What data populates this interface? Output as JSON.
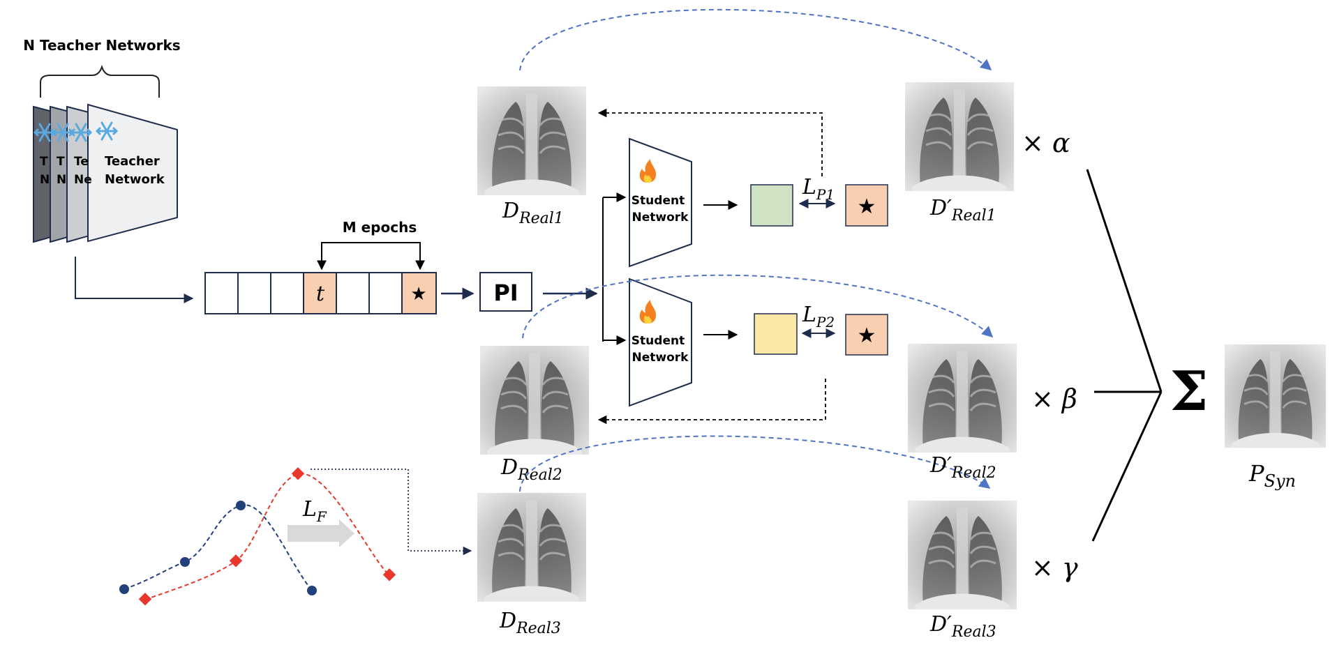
{
  "teachers": {
    "group_label": "N Teacher Networks",
    "front_label_line1": "Teacher",
    "front_label_line2": "Network",
    "back_fragments": [
      {
        "line1": "T",
        "line2": "N"
      },
      {
        "line1": "T",
        "line2": "N"
      },
      {
        "line1": "Te",
        "line2": "Ne"
      }
    ]
  },
  "trajectory": {
    "epochs_label": "M epochs",
    "t_cell": "t",
    "star_cell": "★"
  },
  "pi_box": {
    "label": "PI"
  },
  "students": [
    {
      "line1": "Student",
      "line2": "Network"
    },
    {
      "line1": "Student",
      "line2": "Network"
    }
  ],
  "losses": {
    "lp1_main": "L",
    "lp1_sub": "P1",
    "lp2_main": "L",
    "lp2_sub": "P2",
    "lf_main": "L",
    "lf_sub": "F",
    "star1": "★",
    "star2": "★"
  },
  "real_labels": [
    {
      "main": "D",
      "sub": "Real1"
    },
    {
      "main": "D",
      "sub": "Real2"
    },
    {
      "main": "D",
      "sub": "Real3"
    }
  ],
  "distilled_labels": [
    {
      "main": "D′",
      "sub": "Real1"
    },
    {
      "main": "D′",
      "sub": "Real2"
    },
    {
      "main": "D′",
      "sub": "Real3"
    }
  ],
  "weights": [
    "× α",
    "× β",
    "× γ"
  ],
  "sum_symbol": "Σ",
  "output_label": {
    "main": "P",
    "sub": "Syn"
  },
  "colors": {
    "navy": "#1f2d4d",
    "peach": "#f8cfb1",
    "green": "#cfe2c4",
    "yellow": "#fbe7a6",
    "blue_dash": "#4f74c4",
    "red_dash": "#e8372c",
    "curve_blue": "#22407a",
    "teacher_fill": "#eef0f2"
  }
}
